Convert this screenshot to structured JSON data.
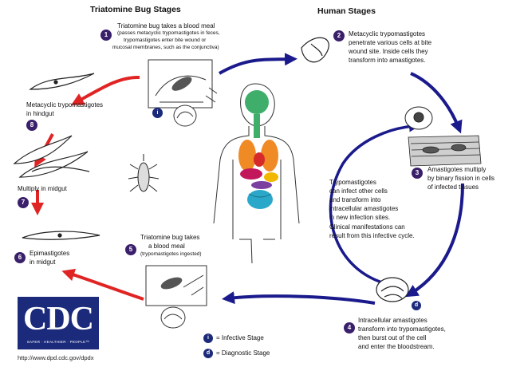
{
  "headers": {
    "triatomine": "Triatomine Bug Stages",
    "human": "Human Stages"
  },
  "steps": [
    {
      "number": "1",
      "title": "Triatomine bug takes a blood meal",
      "detail": [
        "(passes metacyclic trypomastigotes in feces,",
        "trypomastigotes enter bite wound or",
        "mucosal membranes, such as the conjunctiva)"
      ]
    },
    {
      "number": "2",
      "lines": [
        "Metacyclic trypomastigotes",
        "penetrate various cells at bite",
        "wound site.  Inside cells they",
        "transform into amastigotes."
      ]
    },
    {
      "number": "3",
      "lines": [
        "Amastigotes multiply",
        "by binary fission in cells",
        "of infected tissues"
      ]
    },
    {
      "number": "4",
      "lines": [
        "Intracellular amastigotes",
        "transform into trypomastigotes,",
        "then burst out of the cell",
        "and enter the bloodstream."
      ]
    },
    {
      "number": "5",
      "title": [
        "Triatomine bug takes",
        "a blood meal"
      ],
      "detail": [
        "(trypomastigotes ingested)"
      ]
    },
    {
      "number": "6",
      "lines": [
        "Epimastigotes",
        "in midgut"
      ]
    },
    {
      "number": "7",
      "lines": [
        "Multiply in midgut"
      ]
    },
    {
      "number": "8",
      "lines": [
        "Metacyclic trypomastigotes",
        "in hindgut"
      ]
    }
  ],
  "cycle_note": [
    "Trypomastigotes",
    "can infect other cells",
    "and transform into",
    "intracellular amastigotes",
    "in new infection sites.",
    "Clinical manifestations can",
    "result from this infective cycle."
  ],
  "legend": {
    "infective_marker": "i",
    "infective_label": "= Infective Stage",
    "diagnostic_marker": "d",
    "diagnostic_label": "= Diagnostic Stage"
  },
  "stage_markers": {
    "step1": "i",
    "step4": "d"
  },
  "logo": {
    "text": "CDC",
    "tagline": "SAFER · HEALTHIER · PEOPLE™"
  },
  "url": "http://www.dpd.cdc.gov/dpdx",
  "colors": {
    "bug_cycle_arrow": "#e02424",
    "human_cycle_arrow": "#1a1a8c",
    "step_badge": "#3a1f6b",
    "cdc_blue": "#1b2a7a"
  }
}
